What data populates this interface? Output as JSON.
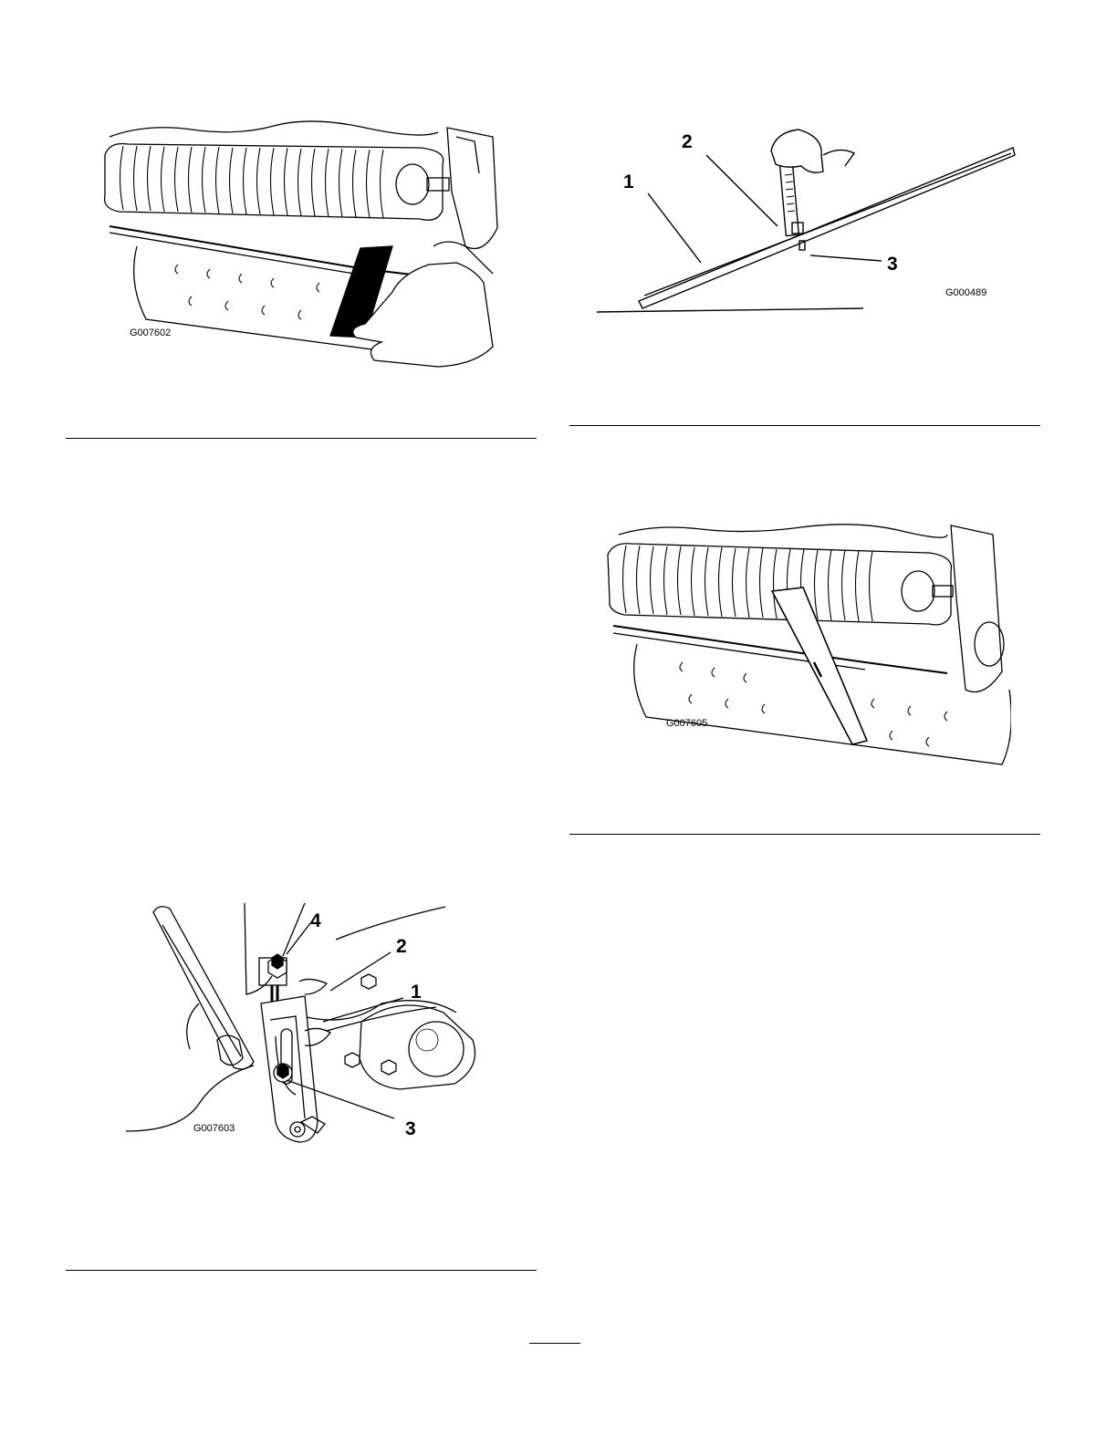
{
  "figures": {
    "reel_paper": {
      "code": "G007602"
    },
    "gauge": {
      "code": "G000489",
      "callouts": [
        "1",
        "2",
        "3"
      ]
    },
    "adjuster": {
      "code": "G007603",
      "callouts": [
        "4",
        "2",
        "1",
        "3"
      ]
    },
    "straightedge": {
      "code": "G007605"
    }
  }
}
